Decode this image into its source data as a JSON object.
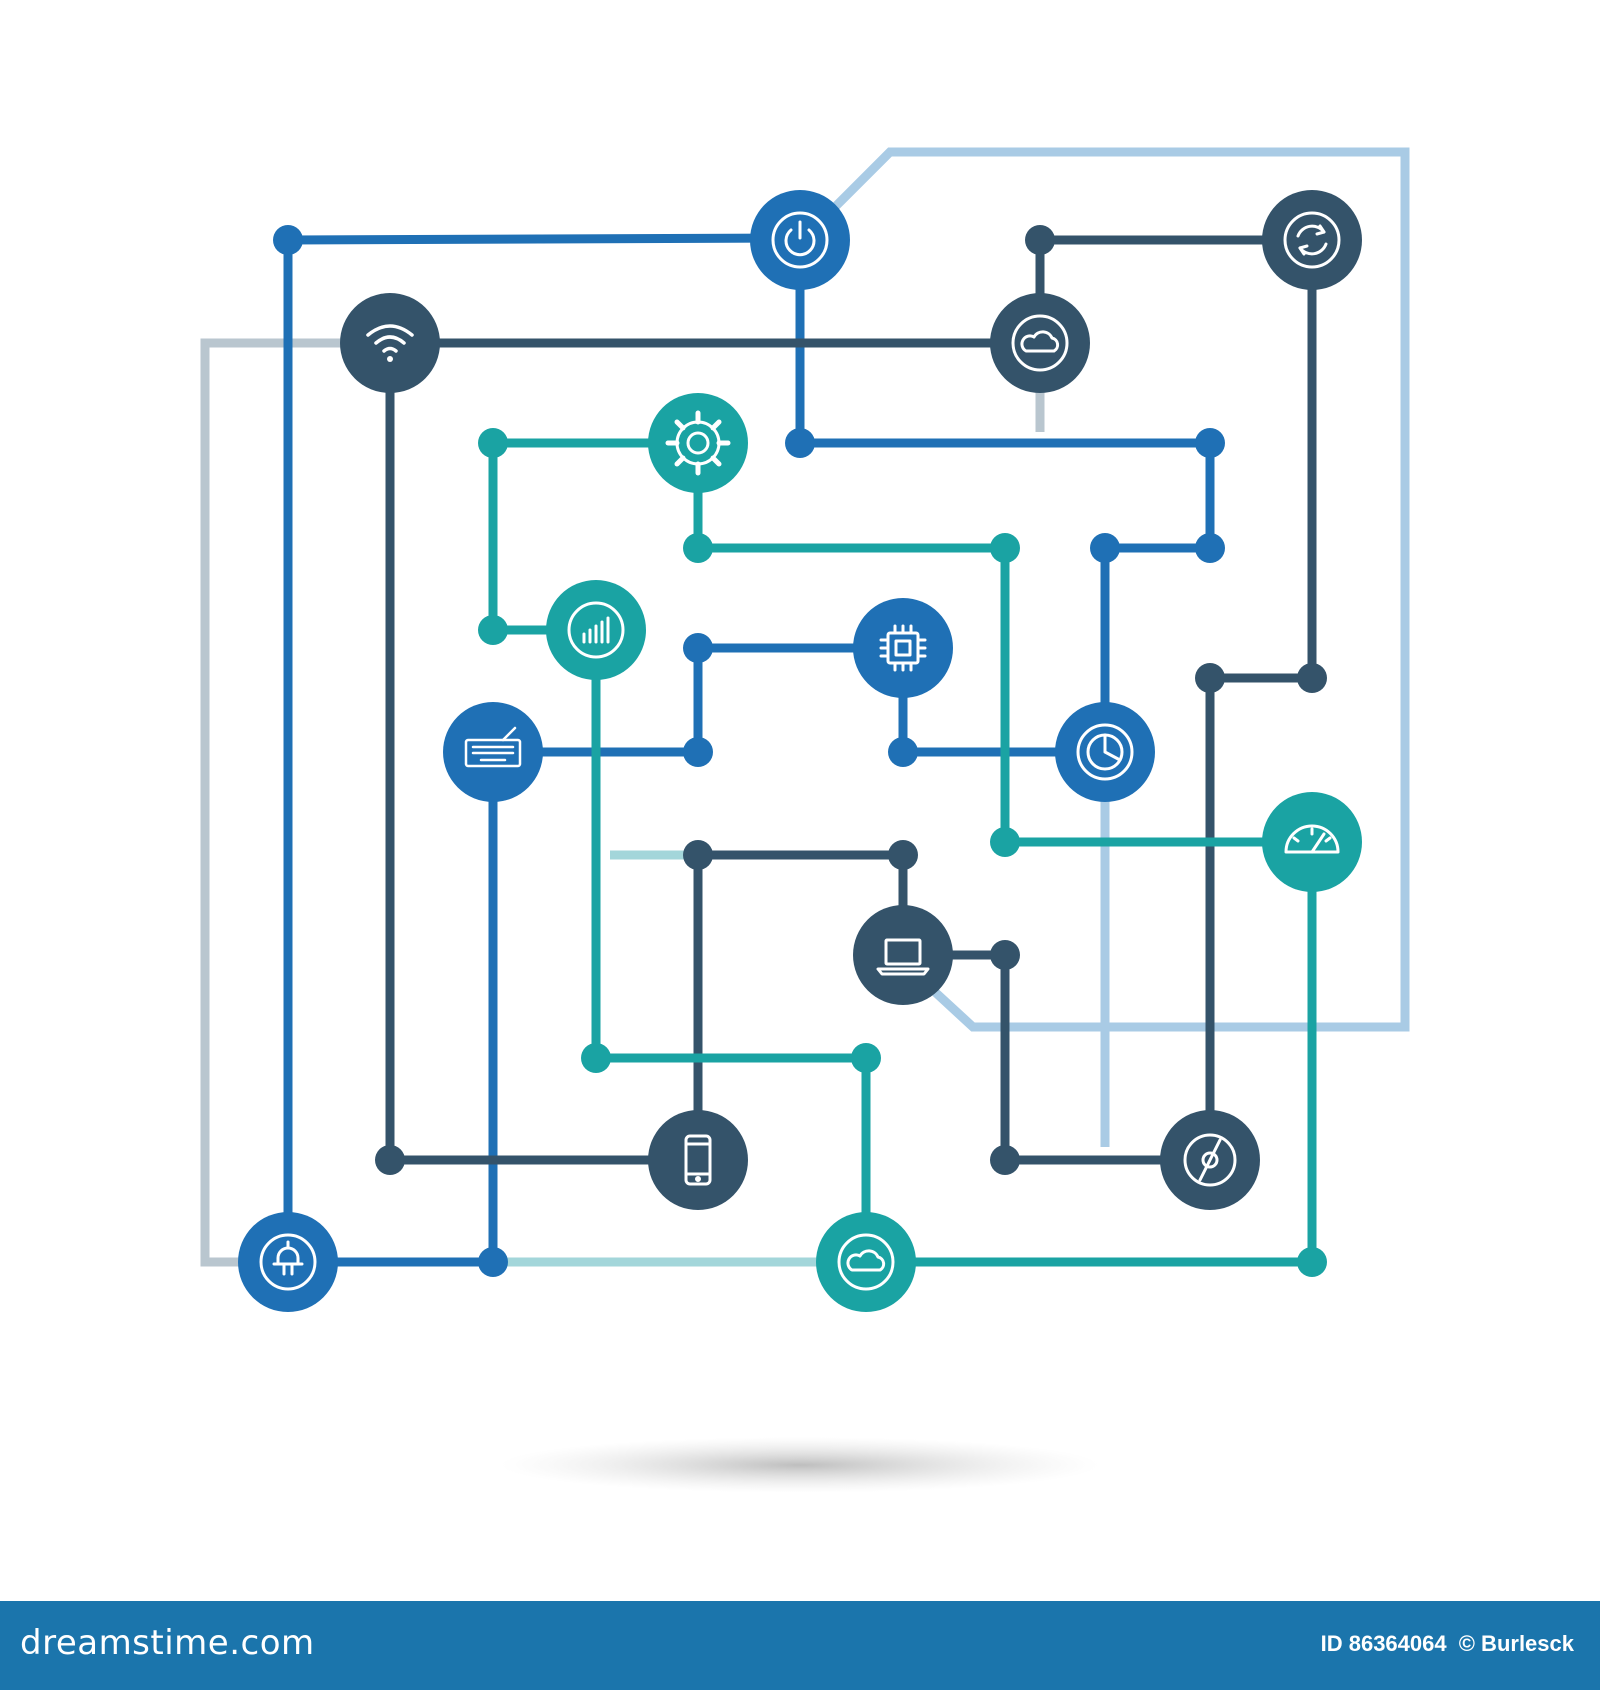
{
  "palette": {
    "blue": "#1f70b5",
    "teal": "#1aa3a3",
    "dark": "#34536a",
    "light_blue": "#a9cbe5",
    "light_gray": "#b9c6cf",
    "light_teal": "#a3d6da",
    "footer": "#1b75ac",
    "shadow": "#cfcfcf"
  },
  "nodes": [
    {
      "id": "power",
      "icon": "power-icon",
      "color": "blue"
    },
    {
      "id": "wifi",
      "icon": "wifi-icon",
      "color": "dark"
    },
    {
      "id": "cloud-top",
      "icon": "cloud-icon",
      "color": "dark"
    },
    {
      "id": "refresh",
      "icon": "refresh-icon",
      "color": "dark"
    },
    {
      "id": "gear",
      "icon": "gear-icon",
      "color": "teal"
    },
    {
      "id": "chart",
      "icon": "bar-chart-icon",
      "color": "teal"
    },
    {
      "id": "cpu",
      "icon": "cpu-icon",
      "color": "blue"
    },
    {
      "id": "keyboard",
      "icon": "keyboard-icon",
      "color": "blue"
    },
    {
      "id": "pie",
      "icon": "pie-chart-icon",
      "color": "blue"
    },
    {
      "id": "gauge",
      "icon": "speedometer-icon",
      "color": "teal"
    },
    {
      "id": "laptop",
      "icon": "laptop-icon",
      "color": "dark"
    },
    {
      "id": "phone",
      "icon": "smartphone-icon",
      "color": "dark"
    },
    {
      "id": "disc",
      "icon": "disc-icon",
      "color": "dark"
    },
    {
      "id": "plug",
      "icon": "plug-icon",
      "color": "blue"
    },
    {
      "id": "cloud-bottom",
      "icon": "cloud-icon",
      "color": "teal"
    }
  ],
  "footer": {
    "brand": "dreamstime.com",
    "id_label": "ID 86364064",
    "copyright": "© Burlesck"
  }
}
